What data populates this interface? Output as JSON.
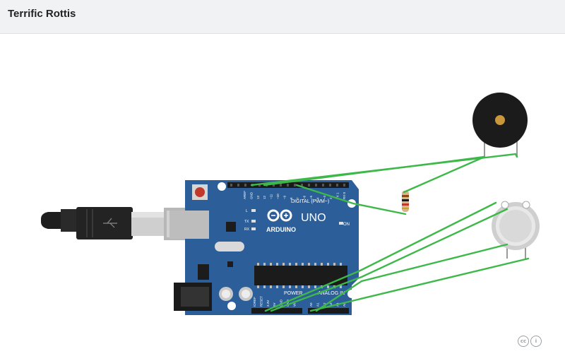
{
  "header": {
    "title": "Terrific Rottis"
  },
  "board": {
    "logo_text": "ARDUINO",
    "model": "UNO",
    "digital_label": "DIGITAL (PWM~)",
    "power_label": "POWER",
    "analog_label": "ANALOG IN",
    "on_label": "ON",
    "l_label": "L",
    "tx_label": "TX",
    "rx_label": "RX",
    "top_pins": [
      "AREF",
      "GND",
      "13",
      "12",
      "~11",
      "~10",
      "~9",
      "8",
      "7",
      "~6",
      "~5",
      "4",
      "~3",
      "2",
      "TX 1",
      "RX 0"
    ],
    "power_pins": [
      "IOREF",
      "RESET",
      "3.3V",
      "5V",
      "GND",
      "GND",
      "VIN"
    ],
    "analog_pins": [
      "A0",
      "A1",
      "A2",
      "A3",
      "A4",
      "A5"
    ]
  },
  "components": {
    "buzzer": "buzzer-icon",
    "resistor": "resistor-icon",
    "gas_sensor": "gas-sensor-icon",
    "usb_cable": "usb-cable-icon"
  },
  "footer": {
    "license_badge": "cc-by-icon"
  },
  "colors": {
    "wire": "#3db849",
    "board": "#2c5f99",
    "header_bg": "#f1f2f4"
  }
}
